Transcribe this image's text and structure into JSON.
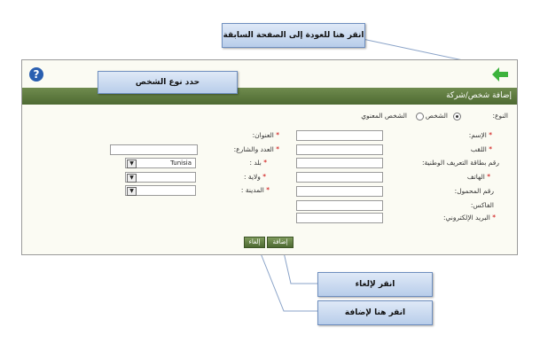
{
  "callouts": {
    "back_hint": "انقر هنا للعودة إلى الصفحة السابقة",
    "type_hint": "حدد نوع الشخص",
    "cancel_hint": "انقر لإلغاء",
    "add_hint": "انقر هنا لإضافة"
  },
  "page": {
    "help_icon_text": "?",
    "header_title": "إضافة شخص/شركة"
  },
  "type_section": {
    "label": "النوع:",
    "option_person": "الشخص",
    "option_legal": "الشخص المعنوي",
    "selected": "الشخص"
  },
  "form_right": {
    "name_label": "الإسم:",
    "title_label": "اللقب",
    "id_card_label": "رقم بطاقة التعريف الوطنية:",
    "phone_label": "الهاتف",
    "mobile_label": "رقم المحمول:",
    "fax_label": "الفاكس:",
    "email_label": "البريد الإلكتروني:"
  },
  "form_left": {
    "address_label": "العنوان:",
    "street_label": "العدد والشارع:",
    "country_label": "بلد :",
    "country_value": "Tunisia",
    "state_label": "ولاية :",
    "city_label": "المدينة :"
  },
  "required_mark": "*",
  "buttons": {
    "add": "إضافة",
    "cancel": "إلغاء"
  },
  "colors": {
    "header_green": "#5a7a3a",
    "callout_blue": "#c5d7f0",
    "back_arrow_green": "#3db33d",
    "help_blue": "#2a5fb0"
  }
}
